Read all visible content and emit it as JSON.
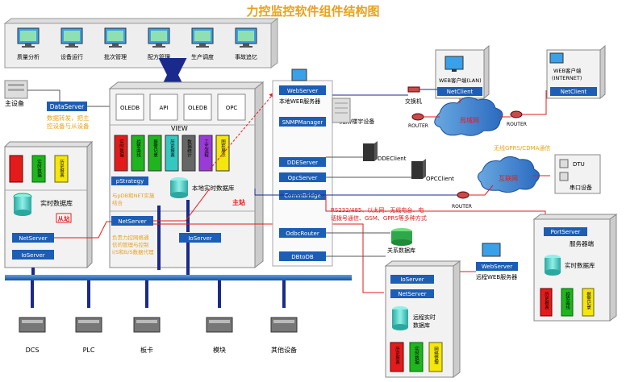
{
  "title": "力控监控软件组件结构图",
  "top_apps": [
    "质量分析",
    "设备运行",
    "批次管理",
    "配方管理",
    "生产调度",
    "事故追忆"
  ],
  "main_device": "主设备",
  "data_server": {
    "label": "DataServer",
    "note": [
      "数据转发，把主",
      "控设备与从设备"
    ]
  },
  "left_box": {
    "modules": [
      "",
      "实时数据",
      "历史报表"
    ],
    "db_label": "实时数据库",
    "slave_tag": "从站",
    "netserver": "NetServer",
    "ioserver": "IoServer"
  },
  "main_box": {
    "top_modules": [
      "OLEDB",
      "API",
      "OLEDB",
      "OPC"
    ],
    "view_label": "VIEW",
    "color_modules": [
      "实时数据",
      "趋势曲线",
      "报警记录",
      "历史报表",
      "数据统计",
      "工艺流程",
      "图形展示"
    ],
    "pstrategy": "pStrategy",
    "pstrategy_note": [
      "与pDB和NET实施",
      "结合"
    ],
    "db_label": "本地实时数据库",
    "master_tag": "主站",
    "netserver": "NetServer",
    "netserver_note": [
      "负责力控网络通",
      "信的管理与控制",
      "I/S和B/S数据代理"
    ],
    "ioserver": "IoServer"
  },
  "right_components": [
    {
      "label": "WebServer",
      "sub": "本地WEB服务器"
    },
    {
      "label": "SNMPManager",
      "sub": "机房/楼宇设备"
    },
    {
      "label": "DDEServer",
      "sub": "DDEClient"
    },
    {
      "label": "OpcServer",
      "sub": "OPCClient"
    },
    {
      "label": "CommBridge",
      "sub": ""
    },
    {
      "label": "OdbcRouter",
      "sub": "关系数据库"
    },
    {
      "label": "DBtoDB",
      "sub": ""
    }
  ],
  "commbridge_note": [
    "RS232/485、以太网、无线电台、电",
    "话拨号通信、GSM、GPRS等多种方式"
  ],
  "network": {
    "web_client_lan": "WEB客户端(LAN)",
    "web_client_internet": [
      "WEB客户端",
      "(INTERNET)"
    ],
    "netclient": "NetClient",
    "switch": "交换机",
    "router": "ROUTER",
    "lan": "局域网",
    "internet": "互联网",
    "wireless_note": "无线GPRS/CDMA通信",
    "dtu": "DTU",
    "serial_device": "串口设备"
  },
  "remote_web": {
    "label": "WebServer",
    "sub": "远程WEB服务器"
  },
  "server_side": {
    "portserver": "PortServer",
    "server_label": "服务器端",
    "db_label": "实时数据库",
    "modules": [
      "历史报表",
      "趋势曲线",
      "报警记录"
    ]
  },
  "remote_box": {
    "ioserver": "IoServer",
    "netserver": "NetServer",
    "db_label": [
      "远程实时",
      "数据库"
    ],
    "modules": [
      "历史报表",
      "实时数据",
      "网络管理"
    ]
  },
  "devices": [
    "DCS",
    "PLC",
    "板卡",
    "模块",
    "其他设备"
  ],
  "colors": {
    "title": "#e8a21a",
    "red": "#e51b1b",
    "green": "#1fb51f",
    "yellow": "#f5e60d",
    "blue": "#1c5db6",
    "bus": "#1f5aa8",
    "arrow": "#1a2a8c",
    "cyan": "#35c8c0"
  }
}
